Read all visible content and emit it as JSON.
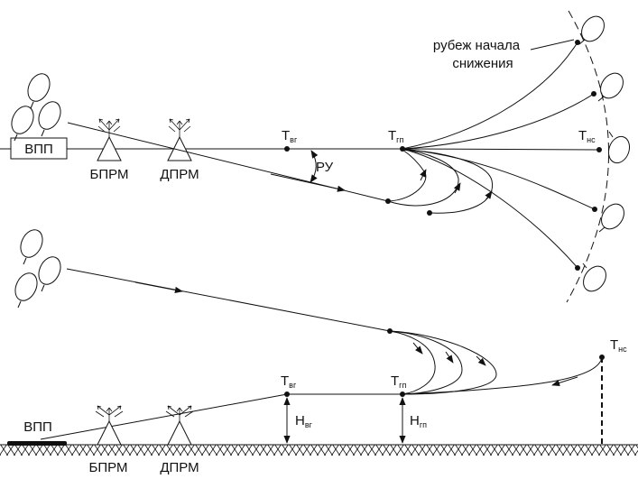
{
  "plan": {
    "runway": "ВПП",
    "bprm": "БПРМ",
    "dprm": "ДПРМ",
    "t_vg": {
      "main": "Т",
      "sub": "вг"
    },
    "t_gp": {
      "main": "Т",
      "sub": "гп"
    },
    "t_ns": {
      "main": "Т",
      "sub": "нс"
    },
    "ru": "РУ",
    "descent_line": [
      "рубеж начала",
      "снижения"
    ]
  },
  "profile": {
    "runway": "ВПП",
    "bprm": "БПРМ",
    "dprm": "ДПРМ",
    "t_vg": {
      "main": "Т",
      "sub": "вг"
    },
    "t_gp": {
      "main": "Т",
      "sub": "гп"
    },
    "t_ns": {
      "main": "Т",
      "sub": "нс"
    },
    "h_vg": {
      "main": "Н",
      "sub": "вг"
    },
    "h_gp": {
      "main": "Н",
      "sub": "гп"
    }
  },
  "colors": {
    "ink": "#111111",
    "background": "#ffffff"
  },
  "icons": [
    "thunderstorm-cloud-icon",
    "radio-beacon-icon",
    "arrow-icon"
  ]
}
